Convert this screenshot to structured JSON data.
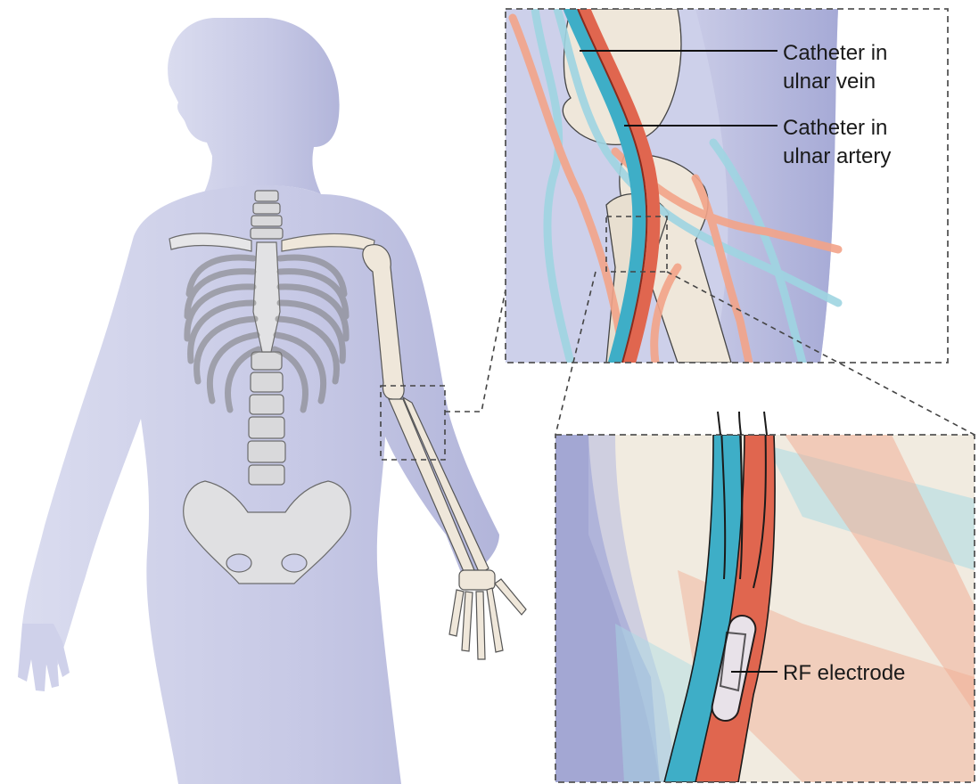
{
  "labels": {
    "catheter_vein_line1": "Catheter in",
    "catheter_vein_line2": "ulnar vein",
    "catheter_artery_line1": "Catheter in",
    "catheter_artery_line2": "ulnar artery",
    "rf_electrode": "RF electrode"
  },
  "colors": {
    "silhouette": "#c4c6e4",
    "bone": "#efe7da",
    "vein": "#3eaec7",
    "artery": "#e0664f",
    "light_vein": "#9dd3df",
    "light_artery": "#f2a48a",
    "inset_frame": "#555555"
  }
}
